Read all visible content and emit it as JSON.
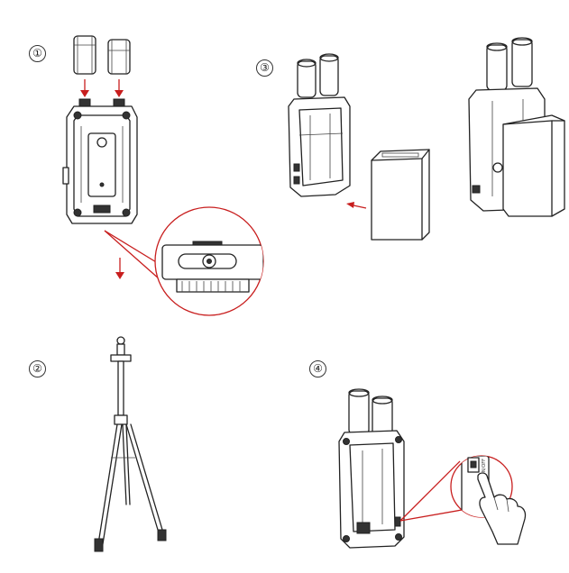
{
  "steps": [
    {
      "number": "①"
    },
    {
      "number": "②"
    },
    {
      "number": "③"
    },
    {
      "number": "④"
    }
  ],
  "switch_label": "ON/OFF",
  "colors": {
    "accent": "#c81e1e",
    "line": "#222222"
  },
  "icons": [
    "antenna-icon",
    "arrow-down-icon",
    "tripod-icon",
    "battery-icon",
    "hand-pointer-icon",
    "power-switch-icon"
  ]
}
